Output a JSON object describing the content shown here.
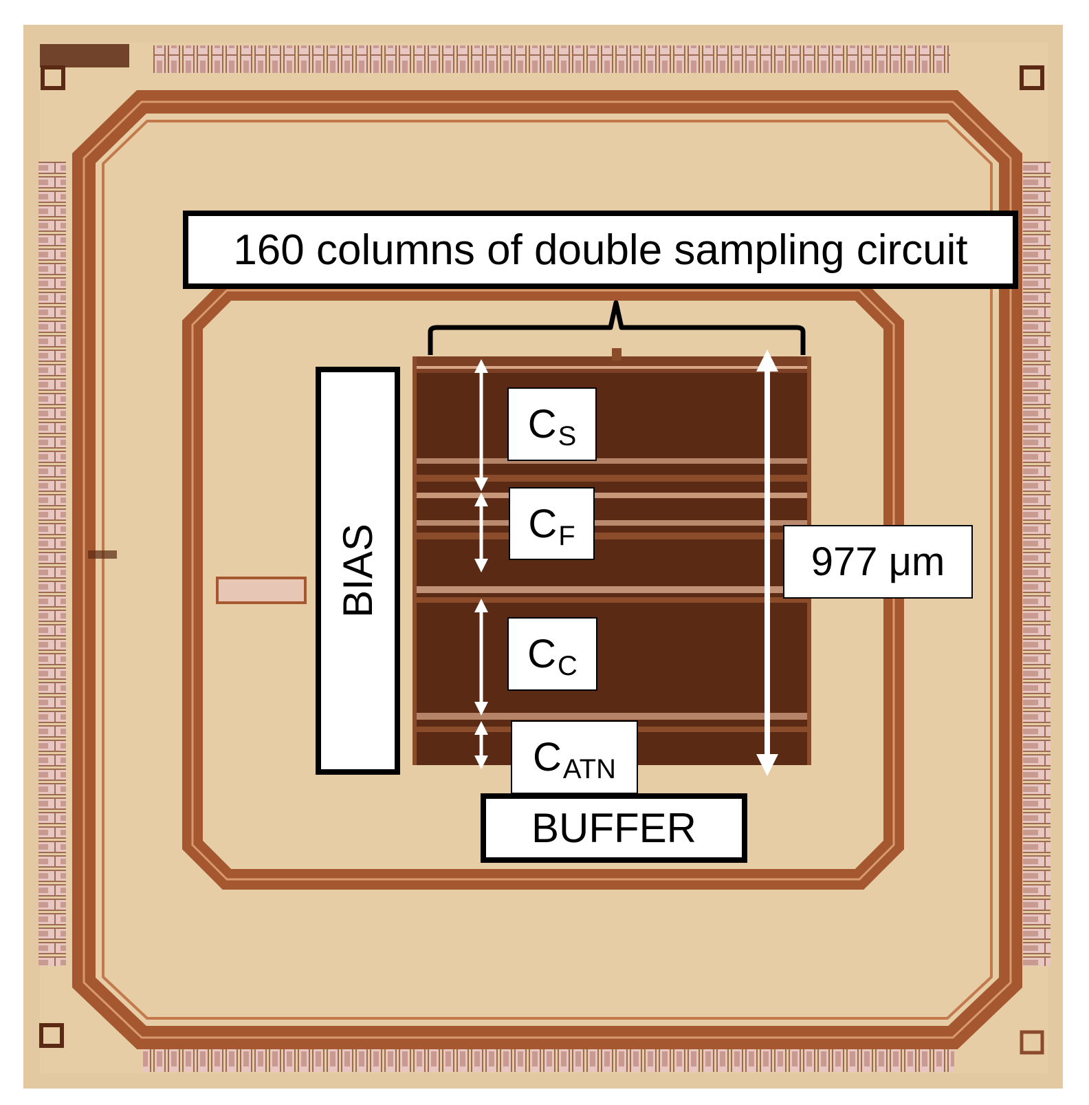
{
  "labels": {
    "title": "160 columns of double sampling circuit",
    "bias": "BIAS",
    "buffer": "BUFFER",
    "dimension": "977 μm",
    "capacitors": [
      {
        "main": "C",
        "sub": "S"
      },
      {
        "main": "C",
        "sub": "F"
      },
      {
        "main": "C",
        "sub": "C"
      },
      {
        "main": "C",
        "sub": "ATN"
      }
    ]
  },
  "colors": {
    "die_background": "#e3c9a1",
    "metal_ring": "#a5582f",
    "capacitor_array": "#5a2a14",
    "pad_fill": "#e8c6c2",
    "annotation": "#ffffff"
  }
}
